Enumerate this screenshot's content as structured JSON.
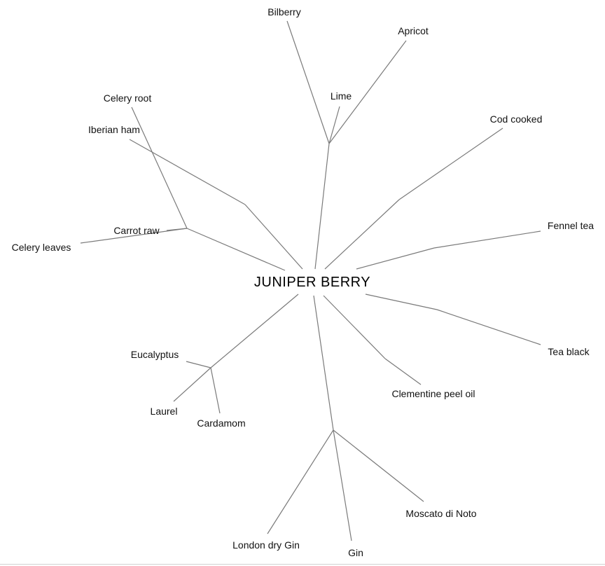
{
  "diagram": {
    "type": "radial-tree",
    "root": "JUNIPER BERRY",
    "leaves": {
      "bilberry": "Bilberry",
      "apricot": "Apricot",
      "lime": "Lime",
      "cod_cooked": "Cod cooked",
      "fennel_tea": "Fennel tea",
      "tea_black": "Tea black",
      "clementine_peel_oil": "Clementine peel oil",
      "moscato_di_noto": "Moscato di Noto",
      "gin": "Gin",
      "london_dry_gin": "London dry Gin",
      "cardamom": "Cardamom",
      "laurel": "Laurel",
      "eucalyptus": "Eucalyptus",
      "celery_leaves": "Celery leaves",
      "carrot_raw": "Carrot raw",
      "celery_root": "Celery root",
      "iberian_ham": "Iberian ham"
    },
    "line_color": "#7a7a7a"
  }
}
